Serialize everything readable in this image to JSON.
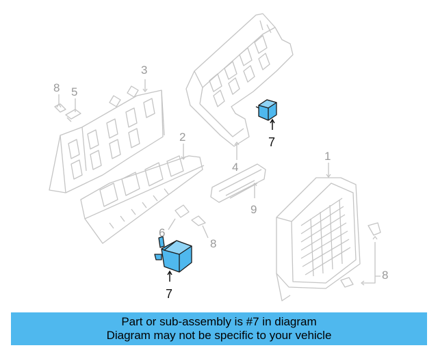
{
  "callouts": {
    "c1": "1",
    "c2": "2",
    "c3": "3",
    "c4": "4",
    "c5": "5",
    "c6": "6",
    "c7a": "7",
    "c7b": "7",
    "c8a": "8",
    "c8b": "8",
    "c8c": "8",
    "c9": "9"
  },
  "highlight_color": "#4fb8ee",
  "banner": {
    "line1": "Part or sub-assembly is #7 in diagram",
    "line2": "Diagram may not be specific to your vehicle"
  }
}
